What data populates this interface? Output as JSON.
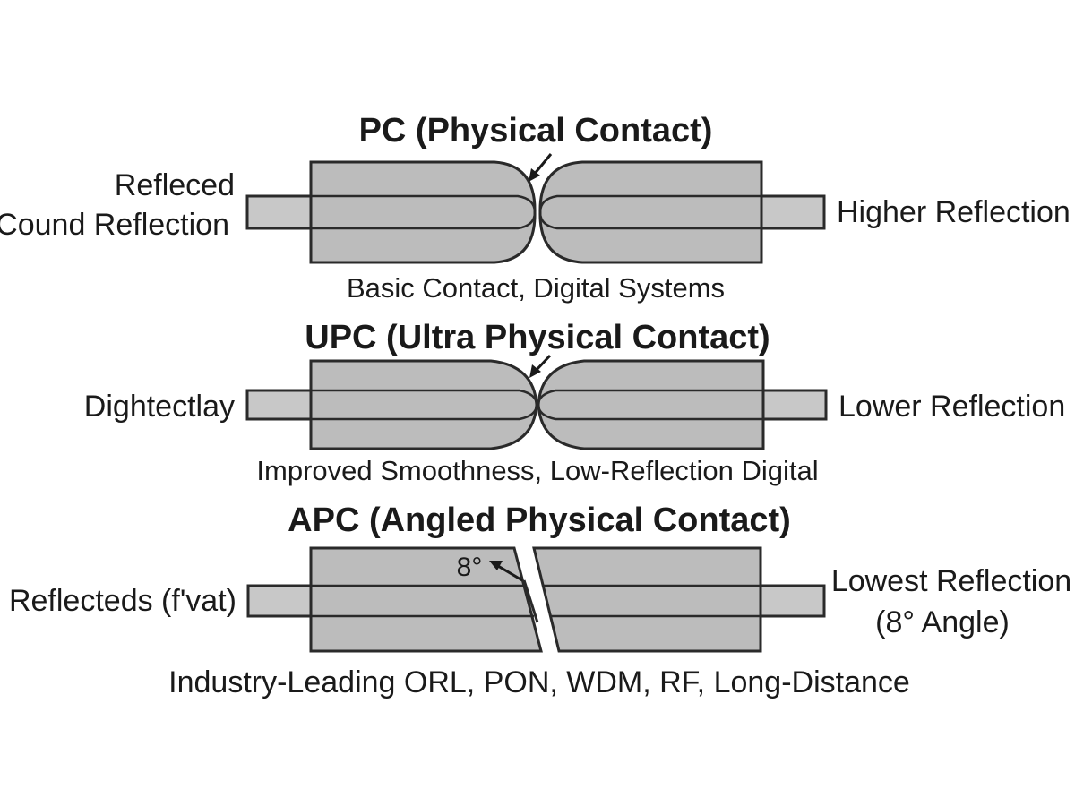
{
  "sections": [
    {
      "title": "PC (Physical Contact)",
      "left_lines": [
        "Refleced",
        "Cound Reflection"
      ],
      "right_lines": [
        "Higher Reflection"
      ],
      "caption": "Basic Contact, Digital Systems"
    },
    {
      "title": "UPC (Ultra Physical Contact)",
      "left_lines": [
        "Dightectlay"
      ],
      "right_lines": [
        "Lower Reflection"
      ],
      "caption": "Improved Smoothness, Low-Reflection Digital"
    },
    {
      "title": "APC (Angled Physical Contact)",
      "left_lines": [
        "Reflecteds (f'vat)"
      ],
      "right_lines": [
        "Lowest Reflection",
        "(8° Angle)"
      ],
      "caption": "Industry-Leading ORL, PON, WDM, RF, Long-Distance",
      "angle_label": "8°"
    }
  ]
}
